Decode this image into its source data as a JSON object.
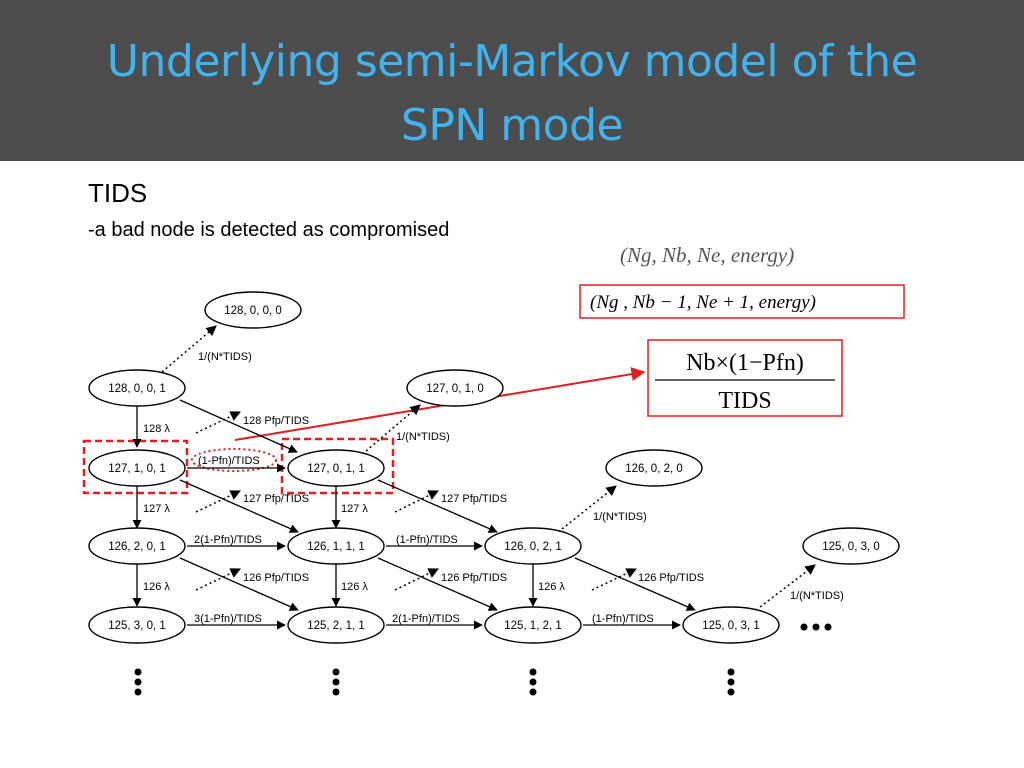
{
  "slide": {
    "title_line1": "Underlying semi-Markov model of the",
    "title_line2": "SPN mode",
    "subtitle": "TIDS",
    "description": "-a bad node is detected as compromised"
  },
  "state_tuple": "(Ng, Nb, Ne, energy)",
  "transition_state": "(Ng , Nb − 1, Ne + 1, energy)",
  "rate_formula": {
    "numerator": "Nb×(1−Pfn)",
    "denominator": "TIDS"
  },
  "nodes": [
    {
      "id": "n128_0_0_0",
      "label": "128, 0, 0, 0"
    },
    {
      "id": "n128_0_0_1",
      "label": "128, 0, 0, 1"
    },
    {
      "id": "n127_0_1_0",
      "label": "127, 0, 1, 0"
    },
    {
      "id": "n127_1_0_1",
      "label": "127, 1, 0, 1"
    },
    {
      "id": "n127_0_1_1",
      "label": "127, 0, 1, 1"
    },
    {
      "id": "n126_0_2_0",
      "label": "126, 0, 2, 0"
    },
    {
      "id": "n126_2_0_1",
      "label": "126, 2, 0, 1"
    },
    {
      "id": "n126_1_1_1",
      "label": "126, 1, 1, 1"
    },
    {
      "id": "n126_0_2_1",
      "label": "126, 0, 2, 1"
    },
    {
      "id": "n125_0_3_0",
      "label": "125, 0, 3, 0"
    },
    {
      "id": "n125_3_0_1",
      "label": "125, 3, 0, 1"
    },
    {
      "id": "n125_2_1_1",
      "label": "125, 2, 1, 1"
    },
    {
      "id": "n125_1_2_1",
      "label": "125, 1, 2, 1"
    },
    {
      "id": "n125_0_3_1",
      "label": "125, 0, 3, 1"
    }
  ],
  "edge_labels": [
    {
      "id": "e1",
      "label": "1/(N*TIDS)"
    },
    {
      "id": "e2",
      "label": "128 λ"
    },
    {
      "id": "e3",
      "label": "128 Pfp/TIDS"
    },
    {
      "id": "e4",
      "label": "1/(N*TIDS)"
    },
    {
      "id": "e5",
      "label": "(1-Pfn)/TIDS"
    },
    {
      "id": "e6",
      "label": "127 λ"
    },
    {
      "id": "e7",
      "label": "127 Pfp/TIDS"
    },
    {
      "id": "e8",
      "label": "127 λ"
    },
    {
      "id": "e9",
      "label": "127 Pfp/TIDS"
    },
    {
      "id": "e10",
      "label": "1/(N*TIDS)"
    },
    {
      "id": "e11",
      "label": "2(1-Pfn)/TIDS"
    },
    {
      "id": "e12",
      "label": "(1-Pfn)/TIDS"
    },
    {
      "id": "e13",
      "label": "126 λ"
    },
    {
      "id": "e14",
      "label": "126 Pfp/TIDS"
    },
    {
      "id": "e15",
      "label": "126 λ"
    },
    {
      "id": "e16",
      "label": "126 Pfp/TIDS"
    },
    {
      "id": "e17",
      "label": "126 λ"
    },
    {
      "id": "e18",
      "label": "126 Pfp/TIDS"
    },
    {
      "id": "e19",
      "label": "1/(N*TIDS)"
    },
    {
      "id": "e20",
      "label": "3(1-Pfn)/TIDS"
    },
    {
      "id": "e21",
      "label": "2(1-Pfn)/TIDS"
    },
    {
      "id": "e22",
      "label": "(1-Pfn)/TIDS"
    }
  ],
  "colors": {
    "header_bg": "#4d4d4d",
    "title": "#3fb4f0",
    "highlight": "#e02020"
  }
}
